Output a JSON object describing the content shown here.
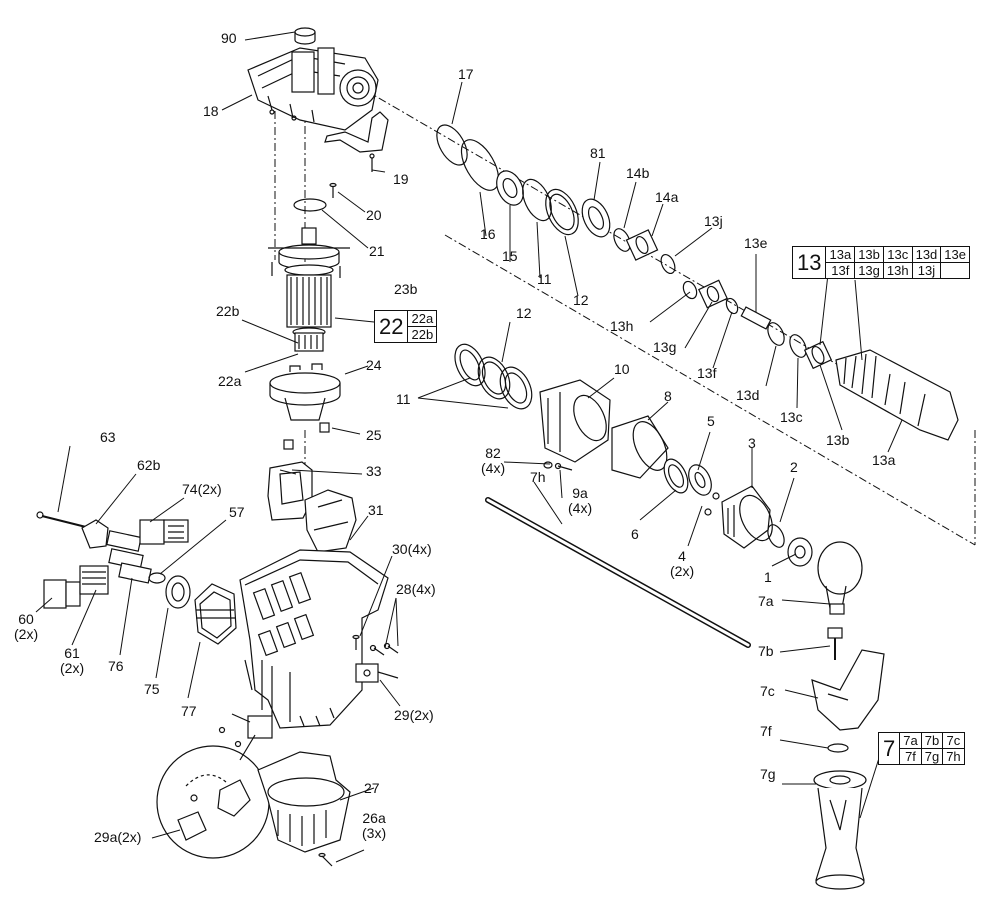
{
  "callouts": {
    "p90": "90",
    "p18": "18",
    "p17": "17",
    "p19": "19",
    "p20": "20",
    "p21": "21",
    "p16": "16",
    "p15": "15",
    "p11a": "11",
    "p12a": "12",
    "p81": "81",
    "p14b": "14b",
    "p14a": "14a",
    "p13j": "13j",
    "p13e": "13e",
    "p13h": "13h",
    "p13g": "13g",
    "p13f": "13f",
    "p13d": "13d",
    "p13c": "13c",
    "p13b": "13b",
    "p13a": "13a",
    "p23b": "23b",
    "p22b": "22b",
    "p22a": "22a",
    "p24": "24",
    "p25": "25",
    "p12b": "12",
    "p11b": "11",
    "p10": "10",
    "p8": "8",
    "p5": "5",
    "p3": "3",
    "p2": "2",
    "p82": "82",
    "p82q": "(4x)",
    "p7h": "7h",
    "p9a": "9a",
    "p9aq": "(4x)",
    "p6": "6",
    "p4": "4",
    "p4q": "(2x)",
    "p1": "1",
    "p63": "63",
    "p62b": "62b",
    "p74": "74(2x)",
    "p57": "57",
    "p33": "33",
    "p31": "31",
    "p30": "30(4x)",
    "p28": "28(4x)",
    "p60": "60",
    "p60q": "(2x)",
    "p61": "61",
    "p61q": "(2x)",
    "p76": "76",
    "p75": "75",
    "p77": "77",
    "p29": "29(2x)",
    "p7a": "7a",
    "p7b": "7b",
    "p7c": "7c",
    "p7f": "7f",
    "p7g": "7g",
    "p27": "27",
    "p26a": "26a",
    "p26aq": "(3x)",
    "p29a": "29a(2x)"
  },
  "kits": {
    "k13": {
      "main": "13",
      "row1": [
        "13a",
        "13b",
        "13c",
        "13d",
        "13e"
      ],
      "row2": [
        "13f",
        "13g",
        "13h",
        "13j",
        ""
      ]
    },
    "k22": {
      "main": "22",
      "rows": [
        "22a",
        "22b"
      ]
    },
    "k7": {
      "main": "7",
      "row1": [
        "7a",
        "7b",
        "7c"
      ],
      "row2": [
        "7f",
        "7g",
        "7h"
      ]
    }
  },
  "colors": {
    "ink": "#111111",
    "paper": "#ffffff"
  }
}
